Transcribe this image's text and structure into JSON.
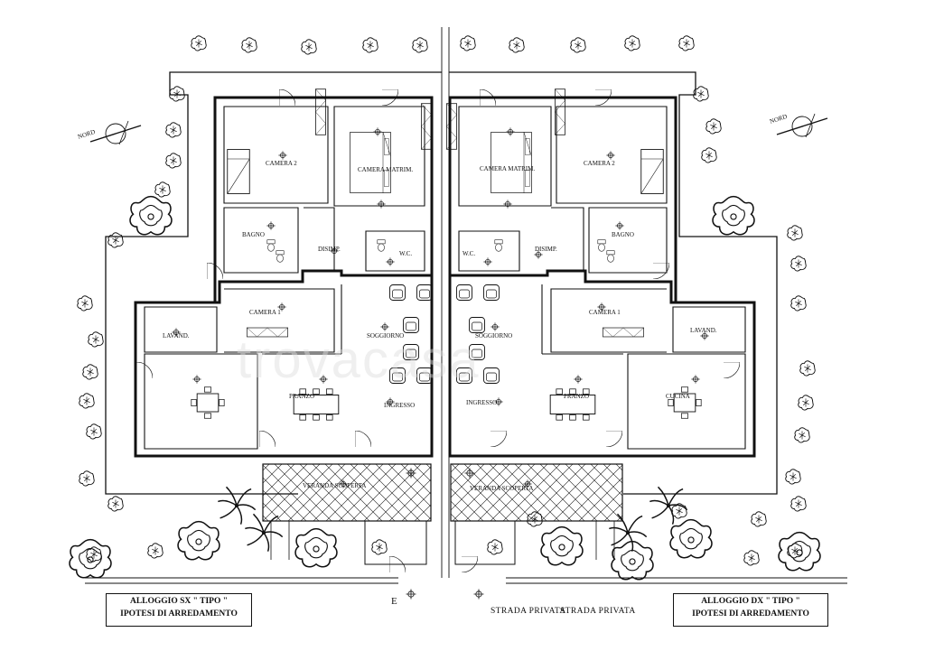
{
  "watermark": "trovacasa",
  "north_label": "NORD",
  "left_unit": {
    "rooms": {
      "camera2": "CAMERA 2",
      "camera_matrim": "CAMERA MATRIM.",
      "bagno": "BAGNO",
      "disimp": "DISIMP.",
      "wc": "W.C.",
      "camera1": "CAMERA 1",
      "soggiorno": "SOGGIORNO",
      "lavand": "LAVAND.",
      "pranzo": "PRANZO",
      "ingresso": "INGRESSO",
      "veranda": "VERANDA SCOPERTA"
    },
    "title_box": {
      "line1": "ALLOGGIO  SX  \" TIPO \"",
      "line2": "IPOTESI DI ARREDAMENTO"
    }
  },
  "right_unit": {
    "rooms": {
      "camera2": "CAMERA 2",
      "camera_matrim": "CAMERA MATRIM.",
      "bagno": "BAGNO",
      "disimp": "DISIMP.",
      "wc": "W.C.",
      "camera1": "CAMERA 1",
      "soggiorno": "SOGGIORNO",
      "lavand": "LAVAND.",
      "pranzo": "PRANZO",
      "cucina": "CUCINA",
      "ingresso": "INGRESSO",
      "veranda": "VERANDA SCOPERTA"
    },
    "title_box": {
      "line1": "ALLOGGIO DX \" TIPO \"",
      "line2": "IPOTESI DI ARREDAMENTO"
    }
  },
  "road_label": "STRADA   PRIVATA",
  "road_label_2": "STRADA   PRIVATA",
  "entrance_letter": "E",
  "colors": {
    "line": "#111111",
    "paper": "#ffffff",
    "watermark": "#dcdcdc"
  }
}
